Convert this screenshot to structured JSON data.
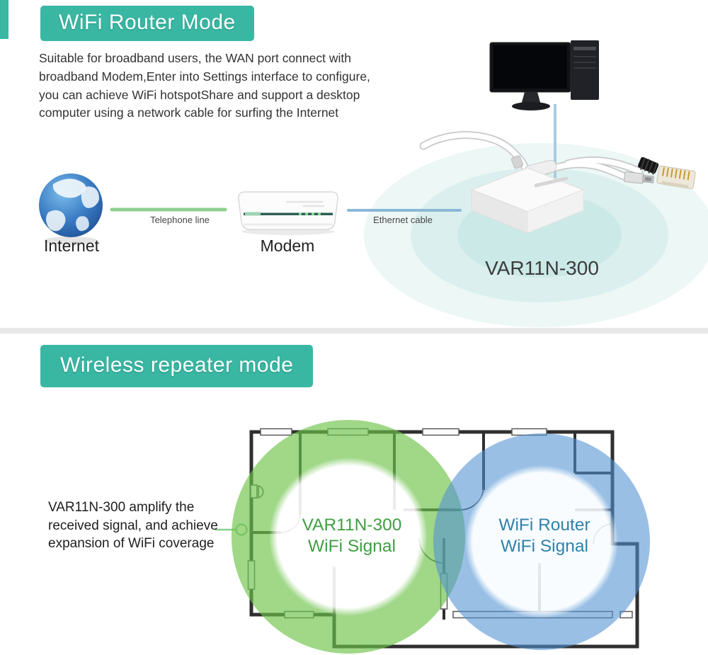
{
  "section1": {
    "header": "WiFi Router Mode",
    "description_lines": {
      "l1": "Suitable for broadband users, the WAN port connect with",
      "l2": "broadband Modem,Enter into Settings interface to configure,",
      "l3": "you can achieve WiFi hotspotShare and support a desktop",
      "l4": "computer using a network cable for surfing the Internet"
    },
    "internet_label": "Internet",
    "modem_label": "Modem",
    "device_label": "VAR11N-300",
    "telephone_label": "Telephone line",
    "ethernet_label": "Ethernet cable"
  },
  "section2": {
    "header": "Wireless repeater mode",
    "callout_lines": {
      "l1": "VAR11N-300 amplify the",
      "l2": "received signal, and achieve",
      "l3": "expansion of WiFi coverage"
    },
    "green_circle": {
      "line1": "VAR11N-300",
      "line2": "WiFi Signal"
    },
    "blue_circle": {
      "line1": "WiFi Router",
      "line2": "WiFi Signal"
    }
  },
  "icons": {
    "internet": "globe-icon",
    "computer": "desktop-computer-icon",
    "modem": "modem-device-icon",
    "repeater": "var11n-300-device-icon",
    "cable": "usb-rj45-splitter-cable-icon",
    "signal": "wifi-coverage-rings-icon"
  },
  "colors": {
    "header_bg": "#3ab7a3",
    "telephone_line": "#8fcf8f",
    "ethernet_line": "#8ab8d8",
    "wifi_ring": "#7dc8c3",
    "green_signal": "#6ec34b",
    "blue_signal": "#5091d2",
    "green_text": "#3f9f42",
    "blue_text": "#2f81ab",
    "divider": "#e8e8e8",
    "wall": "#2f2f2f"
  }
}
